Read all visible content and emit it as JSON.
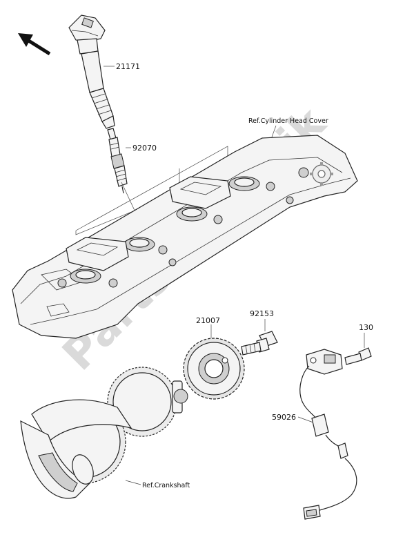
{
  "watermark": "PartsRepublik",
  "parts": {
    "p21171": "21171",
    "p92070": "92070",
    "p21007": "21007",
    "p92153": "92153",
    "p130": "130",
    "p59026": "59026"
  },
  "references": {
    "cylinder_head_cover": "Ref.Cylinder Head Cover",
    "crankshaft": "Ref.Crankshaft"
  },
  "icons": {
    "direction_arrow": "front-direction-arrow-icon",
    "gear_logo": "gear-icon"
  }
}
